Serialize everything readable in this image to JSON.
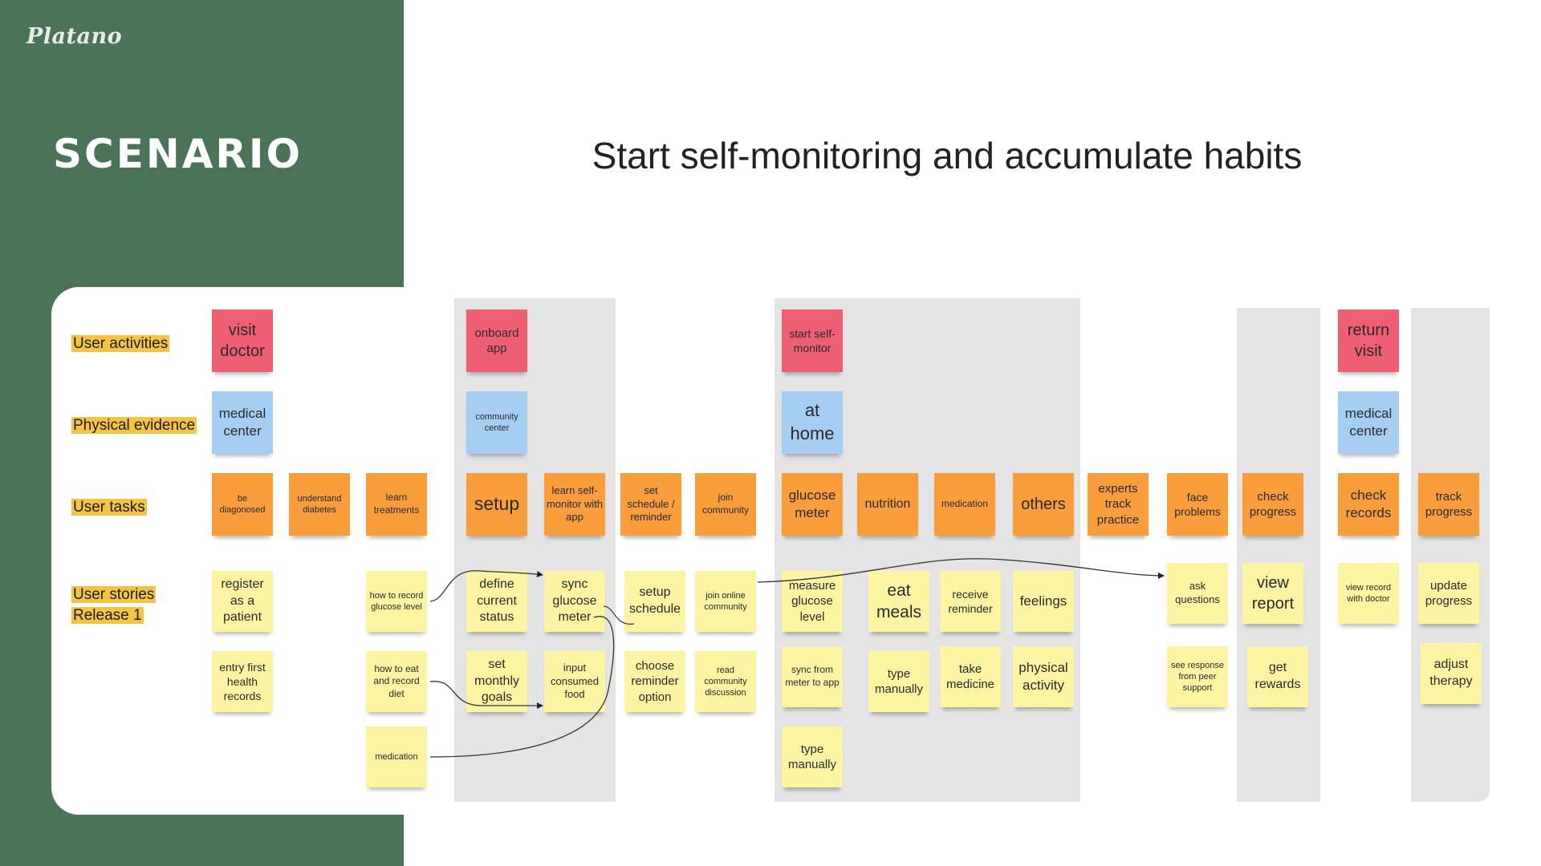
{
  "brand": "Platano",
  "section_title": "SCENARIO",
  "title": "Start self-monitoring and accumulate habits",
  "row_labels": {
    "activities": "User activities",
    "evidence": "Physical evidence",
    "tasks": "User tasks",
    "stories_line1": "User stories",
    "stories_line2": "Release 1"
  },
  "notes": {
    "visit_doctor": "visit doctor",
    "onboard_app": "onboard app",
    "start_self_monitor": "start self-monitor",
    "return_visit": "return visit",
    "medical_center_1": "medical center",
    "community_center": "community center",
    "at_home": "at home",
    "medical_center_2": "medical center",
    "be_diagonosed": "be diagonosed",
    "understand_diabetes": "understand diabetes",
    "learn_treatments": "learn treatments",
    "setup": "setup",
    "learn_self_monitor": "learn self-monitor with app",
    "set_schedule": "set schedule / reminder",
    "join_community": "join community",
    "glucose_meter": "glucose meter",
    "nutrition": "nutrition",
    "medication_task": "medication",
    "others": "others",
    "experts_track": "experts track practice",
    "face_problems": "face problems",
    "check_progress": "check progress",
    "check_records": "check records",
    "track_progress": "track progress",
    "register_patient": "register as a patient",
    "entry_health_records": "entry first health records",
    "how_to_record": "how to record glucose level",
    "how_to_eat": "how to eat and record diet",
    "medication_story": "medication",
    "define_status": "define current status",
    "set_goals": "set monthly goals",
    "sync_meter": "sync glucose meter",
    "input_food": "input consumed food",
    "setup_schedule": "setup schedule",
    "choose_reminder": "choose reminder option",
    "join_online": "join online community",
    "read_discussion": "read community discussion",
    "measure_glucose": "measure glucose level",
    "sync_from_meter": "sync from meter to app",
    "type_manually_1": "type manually",
    "eat_meals": "eat meals",
    "type_manually_2": "type manually",
    "receive_reminder": "receive reminder",
    "take_medicine": "take medicine",
    "feelings": "feelings",
    "physical_activity": "physical activity",
    "ask_questions": "ask questions",
    "see_response": "see response from peer support",
    "view_report": "view report",
    "get_rewards": "get rewards",
    "view_record": "view record with doctor",
    "update_progress": "update progress",
    "adjust_therapy": "adjust therapy"
  },
  "colors": {
    "sidebar": "#4b7358",
    "activity": "#ef5f74",
    "evidence": "#a6cdf2",
    "task": "#fa9d3d",
    "story": "#fcf4a3",
    "label_highlight": "#f6c443"
  }
}
